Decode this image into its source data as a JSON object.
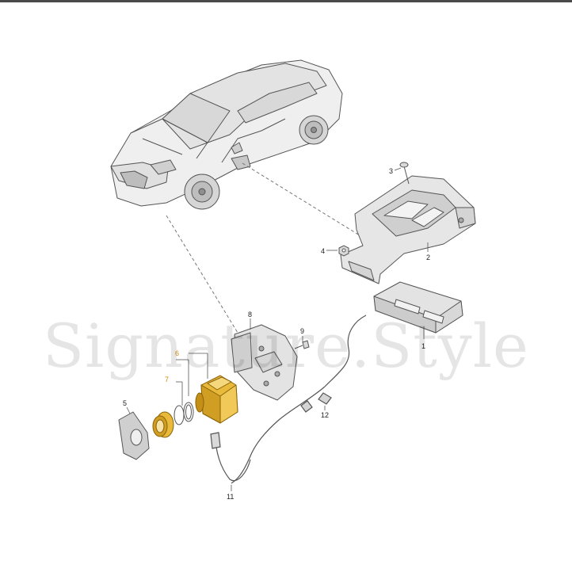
{
  "callouts": [
    "1",
    "2",
    "3",
    "4",
    "5",
    "6",
    "7",
    "8",
    "9",
    "11",
    "12"
  ],
  "watermark": "Signature.Style",
  "colors": {
    "line": "#555555",
    "part_fill": "#e6e6e6",
    "part_shade": "#c9c9c9",
    "highlight": "#e8b93a",
    "highlight_dark": "#b8860b",
    "callout_highlight": "#d48a10"
  }
}
